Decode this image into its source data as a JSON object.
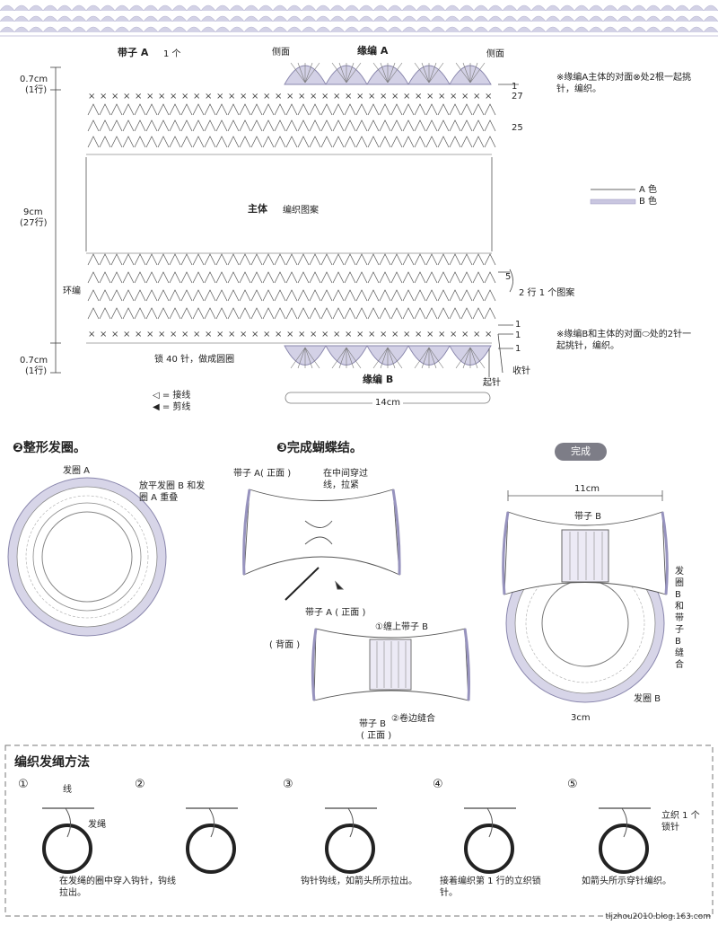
{
  "diagram": {
    "strap_a_title": "带子 A",
    "strap_a_count": "1 个",
    "side_left": "侧面",
    "side_right": "侧面",
    "edge_a": "缘编 A",
    "edge_b": "缘编 B",
    "note_a": "※缘编A主体的对面⊗处2根一起挑针，编织。",
    "note_b": "※缘编B和主体的对面⬭处的2针一起挑针，编织。",
    "dim_top": "0.7cm",
    "dim_top_rows": "(1行)",
    "dim_mid": "9cm",
    "dim_mid_rows": "(27行)",
    "dim_bottom": "0.7cm",
    "dim_bottom_rows": "(1行)",
    "ring_label": "环编",
    "body_label": "主体",
    "pattern_label": "编织图案",
    "chain_note": "锁 40 针，做成圆圈",
    "width_dim": "14cm",
    "row_27": "27",
    "row_25": "25",
    "row_5": "5",
    "row_1a": "1",
    "row_1b": "1",
    "row_1c": "1",
    "row_1d": "1",
    "repeat_note": "2 行 1 个图案",
    "decrease": "收针",
    "start": "起针",
    "legend_a": "A 色",
    "legend_b": "B 色",
    "join_legend": "◁ = 接线",
    "cut_legend": "◀ = 剪线"
  },
  "section2": {
    "title": "❷整形发圈。",
    "ring_a": "发圈 A",
    "note": "放平发圈 B 和发圈 A 重叠"
  },
  "section3": {
    "title": "❸完成蝴蝶结。",
    "strap_front": "带子 A( 正面 )",
    "pull_note": "在中间穿过线，拉紧",
    "strap_front2": "带子 A ( 正面 )",
    "back": "( 背面 )",
    "sew_b": "①缠上带子 B",
    "hem": "②卷边缝合",
    "strap_b": "带子 B",
    "strap_b_front": "( 正面 )"
  },
  "finished": {
    "badge": "完成",
    "width": "11cm",
    "strap_b": "带子 B",
    "side_note": "发圈B和带子B缝合",
    "ring_b": "发圈 B",
    "height": "3cm"
  },
  "method": {
    "title": "编织发绳方法",
    "steps": [
      {
        "num": "①",
        "label_a": "线",
        "label_b": "发绳",
        "caption": "在发绳的圈中穿入钩针，钩线拉出。"
      },
      {
        "num": "②",
        "caption": ""
      },
      {
        "num": "③",
        "caption": "钩针钩线，如箭头所示拉出。"
      },
      {
        "num": "④",
        "caption": "接着编织第 1 行的立织锁针。"
      },
      {
        "num": "⑤",
        "label_a": "立织 1 个锁针",
        "caption": "如箭头所示穿针编织。"
      }
    ]
  },
  "footer": "tljzhou2010.blog.163.com",
  "colors": {
    "line": "#555555",
    "lavender": "#c9c6e0",
    "dark": "#333333"
  }
}
